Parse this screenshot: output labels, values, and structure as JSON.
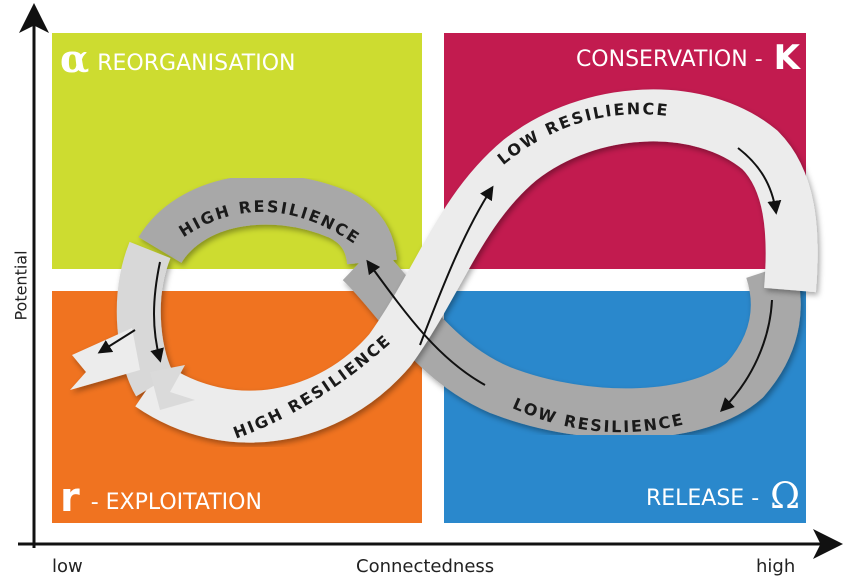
{
  "quadrants": {
    "top_left": {
      "symbol": "α",
      "label": "REORGANISATION"
    },
    "top_right": {
      "label": "CONSERVATION - ",
      "symbol": "K"
    },
    "bottom_left": {
      "symbol": "r",
      "label": " - EXPLOITATION"
    },
    "bottom_right": {
      "label": "RELEASE - ",
      "symbol": "Ω"
    }
  },
  "band_labels": {
    "high_resilience_upper": "HIGH RESILIENCE",
    "high_resilience_lower": "HIGH RESILIENCE",
    "low_resilience_upper": "LOW RESILIENCE",
    "low_resilience_lower": "LOW RESILIENCE"
  },
  "axes": {
    "x_title": "Connectedness",
    "x_low": "low",
    "x_high": "high",
    "y_title": "Potential"
  },
  "colors": {
    "reorganisation": "#cddc30",
    "conservation": "#c21b4f",
    "exploitation": "#f07320",
    "release": "#2a88cc",
    "band_front": "#ececec",
    "band_back": "#a8a8a8"
  }
}
